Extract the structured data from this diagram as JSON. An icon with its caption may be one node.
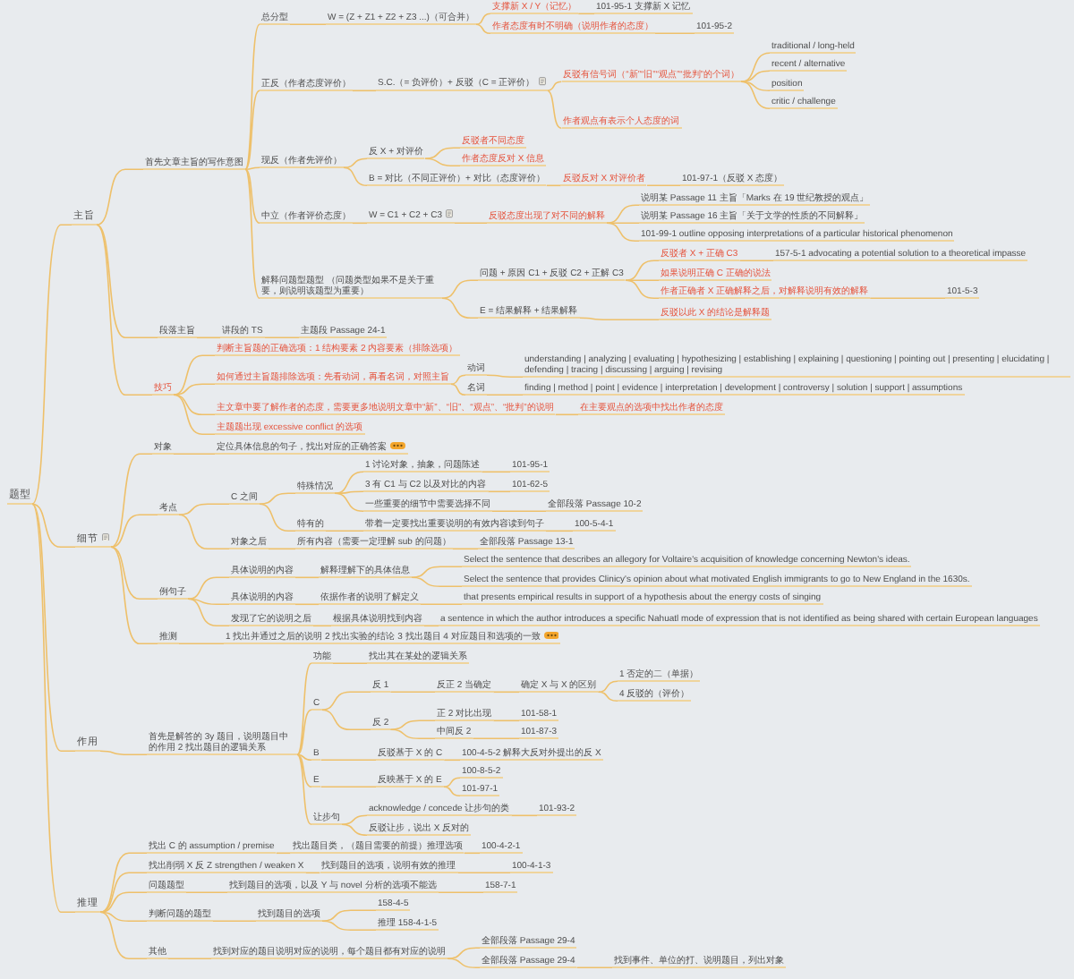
{
  "diagram": {
    "nodes": [
      {
        "text": [
          "题型"
        ]
      },
      {
        "text": [
          "主旨"
        ]
      },
      {
        "text": [
          "首先文章主旨的写作意图"
        ]
      },
      {
        "text": [
          "总分型"
        ]
      },
      {
        "text": [
          "W = (Z + Z1 + Z2 + Z3 ...)（可合并）"
        ]
      },
      {
        "text": [
          "支撑新 X / Y（记忆）"
        ]
      },
      {
        "text": [
          "101-95-1 支撑新 X 记忆"
        ]
      },
      {
        "text": [
          "作者态度有时不明确（说明作者的态度）"
        ]
      },
      {
        "text": [
          "101-95-2"
        ]
      },
      {
        "text": [
          "正反（作者态度评价）"
        ]
      },
      {
        "text": [
          "S.C.（= 负评价）+ 反驳（C = 正评价）"
        ]
      },
      {
        "text": [
          "反驳有信号词（“新”“旧”“观点”“批判”的个词）"
        ]
      },
      {
        "text": [
          "traditional / long-held"
        ]
      },
      {
        "text": [
          "recent / alternative"
        ]
      },
      {
        "text": [
          "position"
        ]
      },
      {
        "text": [
          "critic / challenge"
        ]
      },
      {
        "text": [
          "作者观点有表示个人态度的词"
        ]
      },
      {
        "text": [
          "现反（作者先评价）"
        ]
      },
      {
        "text": [
          "反 X + 对评价"
        ]
      },
      {
        "text": [
          "反驳者不同态度"
        ]
      },
      {
        "text": [
          "作者态度反对 X 信息"
        ]
      },
      {
        "text": [
          "B = 对比（不同正评价）+ 对比（态度评价）"
        ]
      },
      {
        "text": [
          "反驳反对 X 对评价者"
        ]
      },
      {
        "text": [
          "101-97-1（反驳 X 态度）"
        ]
      },
      {
        "text": [
          "中立（作者评价态度）"
        ]
      },
      {
        "text": [
          "W = C1 + C2 + C3"
        ]
      },
      {
        "text": [
          "反驳态度出现了对不同的解释"
        ]
      },
      {
        "text": [
          "说明某 Passage 11 主旨「Marks 在 19 世纪教授的观点」"
        ]
      },
      {
        "text": [
          "说明某 Passage 16 主旨「关于文学的性质的不同解释」"
        ]
      },
      {
        "text": [
          "101-99-1 outline opposing interpretations of a particular historical phenomenon"
        ]
      },
      {
        "text": [
          "解释问题型题型 （问题类型如果不是关于重要，则说明该题型为重要）"
        ]
      },
      {
        "text": [
          "问题 + 原因 C1 + 反驳 C2 + 正解 C3"
        ]
      },
      {
        "text": [
          "反驳者 X + 正确 C3"
        ]
      },
      {
        "text": [
          "157-5-1 advocating a potential solution to a theoretical impasse"
        ]
      },
      {
        "text": [
          "如果说明正确 C 正确的说法"
        ]
      },
      {
        "text": [
          "作者正确者 X 正确解释之后，对解释说明有效的解释"
        ]
      },
      {
        "text": [
          "101-5-3"
        ]
      },
      {
        "text": [
          "E = 结果解释 + 结果解释"
        ]
      },
      {
        "text": [
          "反驳以此 X 的结论是解释题"
        ]
      },
      {
        "text": [
          "段落主旨"
        ]
      },
      {
        "text": [
          "讲段的 TS"
        ]
      },
      {
        "text": [
          "主题段 Passage 24-1"
        ]
      },
      {
        "text": [
          "技巧"
        ]
      },
      {
        "text": [
          "判断主旨题的正确选项：1 结构要素 2 内容要素（排除选项）"
        ]
      },
      {
        "text": [
          "如何通过主旨题排除选项：先看动词，再看名词，对照主旨"
        ]
      },
      {
        "text": [
          "动词"
        ]
      },
      {
        "text": [
          "understanding | analyzing | evaluating | hypothesizing | establishing | explaining | questioning | pointing out | presenting | elucidating | defending | tracing | discussing | arguing | revising"
        ]
      },
      {
        "text": [
          "名词"
        ]
      },
      {
        "text": [
          "finding | method | point | evidence | interpretation | development | controversy | solution | support | assumptions"
        ]
      },
      {
        "text": [
          "主文章中要了解作者的态度，需要更多地说明文章中“新”、“旧”、“观点”、“批判”的说明"
        ]
      },
      {
        "text": [
          "在主要观点的选项中找出作者的态度"
        ]
      },
      {
        "text": [
          "主题题出现 excessive conflict 的选项"
        ]
      },
      {
        "text": [
          "细节"
        ]
      },
      {
        "text": [
          "对象"
        ]
      },
      {
        "text": [
          "定位具体信息的句子，找出对应的正确答案"
        ]
      },
      {
        "text": [
          "考点"
        ]
      },
      {
        "text": [
          "C 之间"
        ]
      },
      {
        "text": [
          "特殊情况"
        ]
      },
      {
        "text": [
          "1 讨论对象，抽象，问题陈述"
        ]
      },
      {
        "text": [
          "101-95-1"
        ]
      },
      {
        "text": [
          "3 有 C1 与 C2 以及对比的内容"
        ]
      },
      {
        "text": [
          "101-62-5"
        ]
      },
      {
        "text": [
          "一些重要的细节中需要选择不同"
        ]
      },
      {
        "text": [
          "全部段落 Passage 10-2"
        ]
      },
      {
        "text": [
          "特有的"
        ]
      },
      {
        "text": [
          "带着一定要找出重要说明的有效内容读到句子"
        ]
      },
      {
        "text": [
          "100-5-4-1"
        ]
      },
      {
        "text": [
          "对象之后"
        ]
      },
      {
        "text": [
          "所有内容（需要一定理解 sub 的问题）"
        ]
      },
      {
        "text": [
          "全部段落 Passage 13-1"
        ]
      },
      {
        "text": [
          "例句子"
        ]
      },
      {
        "text": [
          "具体说明的内容"
        ]
      },
      {
        "text": [
          "解释理解下的具体信息"
        ]
      },
      {
        "text": [
          "Select the sentence that describes an allegory for Voltaire's acquisition of knowledge concerning Newton's ideas."
        ]
      },
      {
        "text": [
          "Select the sentence that provides Clinicy's opinion about what motivated English immigrants to go to New England in the 1630s."
        ]
      },
      {
        "text": [
          "具体说明的内容"
        ]
      },
      {
        "text": [
          "依据作者的说明了解定义"
        ]
      },
      {
        "text": [
          "that presents empirical results in support of a hypothesis about the energy costs of singing"
        ]
      },
      {
        "text": [
          "发现了它的说明之后"
        ]
      },
      {
        "text": [
          "根据具体说明找到内容"
        ]
      },
      {
        "text": [
          "a sentence in which the author introduces a specific Nahuatl mode of expression that is not identified as being shared with certain European languages"
        ]
      },
      {
        "text": [
          "推测"
        ]
      },
      {
        "text": [
          "1 找出并通过之后的说明 2 找出实验的结论 3 找出题目 4 对应题目和选项的一致"
        ]
      },
      {
        "text": [
          "作用"
        ]
      },
      {
        "text": [
          "首先是解答的 3y 题目，说明题目中的作用 2 找出题目的逻辑关系"
        ]
      },
      {
        "text": [
          "功能"
        ]
      },
      {
        "text": [
          "找出其在某处的逻辑关系"
        ]
      },
      {
        "text": [
          "C"
        ]
      },
      {
        "text": [
          "反 1"
        ]
      },
      {
        "text": [
          "反正 2 当确定"
        ]
      },
      {
        "text": [
          "确定 X 与 X 的区别"
        ]
      },
      {
        "text": [
          "1 否定的二（单据）"
        ]
      },
      {
        "text": [
          "4 反驳的（评价）"
        ]
      },
      {
        "text": [
          "反 2"
        ]
      },
      {
        "text": [
          "正 2 对比出现"
        ]
      },
      {
        "text": [
          "101-58-1"
        ]
      },
      {
        "text": [
          "中间反 2"
        ]
      },
      {
        "text": [
          "101-87-3"
        ]
      },
      {
        "text": [
          "B"
        ]
      },
      {
        "text": [
          "反驳基于 X 的 C"
        ]
      },
      {
        "text": [
          "100-4-5-2 解释大反对外提出的反 X"
        ]
      },
      {
        "text": [
          "E"
        ]
      },
      {
        "text": [
          "反映基于 X 的 E"
        ]
      },
      {
        "text": [
          "100-8-5-2"
        ]
      },
      {
        "text": [
          "101-97-1"
        ]
      },
      {
        "text": [
          "让步句"
        ]
      },
      {
        "text": [
          "acknowledge / concede 让步句的类"
        ]
      },
      {
        "text": [
          "101-93-2"
        ]
      },
      {
        "text": [
          "反驳让步，说出 X 反对的"
        ]
      },
      {
        "text": [
          "推理"
        ]
      },
      {
        "text": [
          "找出 C 的 assumption / premise"
        ]
      },
      {
        "text": [
          "找出题目类，（题目需要的前提）推理选项"
        ]
      },
      {
        "text": [
          "100-4-2-1"
        ]
      },
      {
        "text": [
          "找出削弱 X 反 Z strengthen / weaken X"
        ]
      },
      {
        "text": [
          "找到题目的选项，说明有效的推理"
        ]
      },
      {
        "text": [
          "100-4-1-3"
        ]
      },
      {
        "text": [
          "问题题型"
        ]
      },
      {
        "text": [
          "找到题目的选项，以及 Y 与 novel 分析的选项不能选"
        ]
      },
      {
        "text": [
          "158-7-1"
        ]
      },
      {
        "text": [
          "判断问题的题型"
        ]
      },
      {
        "text": [
          "找到题目的选项"
        ]
      },
      {
        "text": [
          "158-4-5"
        ]
      },
      {
        "text": [
          "推理 158-4-1-5"
        ]
      },
      {
        "text": [
          "其他"
        ]
      },
      {
        "text": [
          "找到对应的题目说明对应的说明，每个题目都有对应的说明"
        ]
      },
      {
        "text": [
          "全部段落 Passage 29-4"
        ]
      },
      {
        "text": [
          "全部段落 Passage 29-4"
        ]
      },
      {
        "text": [
          "找到事件、单位的打、说明题目，列出对象"
        ]
      }
    ],
    "edges": [
      {
        "from": 0,
        "to": 1,
        "arrow": "none"
      },
      {
        "from": 1,
        "to": 2,
        "arrow": "none"
      },
      {
        "from": 2,
        "to": 3,
        "arrow": "none"
      },
      {
        "from": 3,
        "to": 4,
        "arrow": "none"
      },
      {
        "from": 4,
        "to": 5,
        "arrow": "none"
      },
      {
        "from": 5,
        "to": 6,
        "arrow": "none"
      },
      {
        "from": 4,
        "to": 7,
        "arrow": "none"
      },
      {
        "from": 7,
        "to": 8,
        "arrow": "none"
      },
      {
        "from": 2,
        "to": 9,
        "arrow": "none"
      },
      {
        "from": 9,
        "to": 10,
        "arrow": "none"
      },
      {
        "from": 10,
        "to": 11,
        "arrow": "none"
      },
      {
        "from": 11,
        "to": 12,
        "arrow": "none"
      },
      {
        "from": 11,
        "to": 13,
        "arrow": "none"
      },
      {
        "from": 11,
        "to": 14,
        "arrow": "none"
      },
      {
        "from": 11,
        "to": 15,
        "arrow": "none"
      },
      {
        "from": 10,
        "to": 16,
        "arrow": "none"
      },
      {
        "from": 2,
        "to": 17,
        "arrow": "none"
      },
      {
        "from": 17,
        "to": 18,
        "arrow": "none"
      },
      {
        "from": 18,
        "to": 19,
        "arrow": "none"
      },
      {
        "from": 18,
        "to": 20,
        "arrow": "none"
      },
      {
        "from": 17,
        "to": 21,
        "arrow": "none"
      },
      {
        "from": 21,
        "to": 22,
        "arrow": "none"
      },
      {
        "from": 22,
        "to": 23,
        "arrow": "none"
      },
      {
        "from": 2,
        "to": 24,
        "arrow": "none"
      },
      {
        "from": 24,
        "to": 25,
        "arrow": "none"
      },
      {
        "from": 25,
        "to": 26,
        "arrow": "none"
      },
      {
        "from": 26,
        "to": 27,
        "arrow": "none"
      },
      {
        "from": 26,
        "to": 28,
        "arrow": "none"
      },
      {
        "from": 26,
        "to": 29,
        "arrow": "none"
      },
      {
        "from": 2,
        "to": 30,
        "arrow": "none"
      },
      {
        "from": 30,
        "to": 31,
        "arrow": "none"
      },
      {
        "from": 31,
        "to": 32,
        "arrow": "none"
      },
      {
        "from": 32,
        "to": 33,
        "arrow": "none"
      },
      {
        "from": 31,
        "to": 34,
        "arrow": "none"
      },
      {
        "from": 31,
        "to": 35,
        "arrow": "none"
      },
      {
        "from": 35,
        "to": 36,
        "arrow": "none"
      },
      {
        "from": 30,
        "to": 37,
        "arrow": "none"
      },
      {
        "from": 37,
        "to": 38,
        "arrow": "none"
      },
      {
        "from": 1,
        "to": 39,
        "arrow": "none"
      },
      {
        "from": 39,
        "to": 40,
        "arrow": "none"
      },
      {
        "from": 40,
        "to": 41,
        "arrow": "none"
      },
      {
        "from": 1,
        "to": 42,
        "arrow": "none"
      },
      {
        "from": 42,
        "to": 43,
        "arrow": "none"
      },
      {
        "from": 42,
        "to": 44,
        "arrow": "none"
      },
      {
        "from": 44,
        "to": 45,
        "arrow": "none"
      },
      {
        "from": 45,
        "to": 46,
        "arrow": "none"
      },
      {
        "from": 44,
        "to": 47,
        "arrow": "none"
      },
      {
        "from": 47,
        "to": 48,
        "arrow": "none"
      },
      {
        "from": 42,
        "to": 49,
        "arrow": "none"
      },
      {
        "from": 49,
        "to": 50,
        "arrow": "none"
      },
      {
        "from": 42,
        "to": 51,
        "arrow": "none"
      },
      {
        "from": 0,
        "to": 52,
        "arrow": "none"
      },
      {
        "from": 52,
        "to": 53,
        "arrow": "none"
      },
      {
        "from": 53,
        "to": 54,
        "arrow": "none"
      },
      {
        "from": 52,
        "to": 55,
        "arrow": "none"
      },
      {
        "from": 55,
        "to": 56,
        "arrow": "none"
      },
      {
        "from": 56,
        "to": 57,
        "arrow": "none"
      },
      {
        "from": 57,
        "to": 58,
        "arrow": "none"
      },
      {
        "from": 58,
        "to": 59,
        "arrow": "none"
      },
      {
        "from": 57,
        "to": 60,
        "arrow": "none"
      },
      {
        "from": 60,
        "to": 61,
        "arrow": "none"
      },
      {
        "from": 57,
        "to": 62,
        "arrow": "none"
      },
      {
        "from": 62,
        "to": 63,
        "arrow": "none"
      },
      {
        "from": 56,
        "to": 64,
        "arrow": "none"
      },
      {
        "from": 64,
        "to": 65,
        "arrow": "none"
      },
      {
        "from": 65,
        "to": 66,
        "arrow": "none"
      },
      {
        "from": 55,
        "to": 67,
        "arrow": "none"
      },
      {
        "from": 67,
        "to": 68,
        "arrow": "none"
      },
      {
        "from": 68,
        "to": 69,
        "arrow": "none"
      },
      {
        "from": 52,
        "to": 70,
        "arrow": "none"
      },
      {
        "from": 70,
        "to": 71,
        "arrow": "none"
      },
      {
        "from": 71,
        "to": 72,
        "arrow": "none"
      },
      {
        "from": 72,
        "to": 73,
        "arrow": "none"
      },
      {
        "from": 72,
        "to": 74,
        "arrow": "none"
      },
      {
        "from": 70,
        "to": 75,
        "arrow": "none"
      },
      {
        "from": 75,
        "to": 76,
        "arrow": "none"
      },
      {
        "from": 76,
        "to": 77,
        "arrow": "none"
      },
      {
        "from": 70,
        "to": 78,
        "arrow": "none"
      },
      {
        "from": 78,
        "to": 79,
        "arrow": "none"
      },
      {
        "from": 79,
        "to": 80,
        "arrow": "none"
      },
      {
        "from": 52,
        "to": 81,
        "arrow": "none"
      },
      {
        "from": 81,
        "to": 82,
        "arrow": "none"
      },
      {
        "from": 0,
        "to": 83,
        "arrow": "none"
      },
      {
        "from": 83,
        "to": 84,
        "arrow": "none"
      },
      {
        "from": 84,
        "to": 85,
        "arrow": "none"
      },
      {
        "from": 85,
        "to": 86,
        "arrow": "none"
      },
      {
        "from": 84,
        "to": 87,
        "arrow": "none"
      },
      {
        "from": 87,
        "to": 88,
        "arrow": "none"
      },
      {
        "from": 88,
        "to": 89,
        "arrow": "none"
      },
      {
        "from": 89,
        "to": 90,
        "arrow": "none"
      },
      {
        "from": 90,
        "to": 91,
        "arrow": "none"
      },
      {
        "from": 90,
        "to": 92,
        "arrow": "none"
      },
      {
        "from": 87,
        "to": 93,
        "arrow": "none"
      },
      {
        "from": 93,
        "to": 94,
        "arrow": "none"
      },
      {
        "from": 94,
        "to": 95,
        "arrow": "none"
      },
      {
        "from": 93,
        "to": 96,
        "arrow": "none"
      },
      {
        "from": 96,
        "to": 97,
        "arrow": "none"
      },
      {
        "from": 84,
        "to": 98,
        "arrow": "none"
      },
      {
        "from": 98,
        "to": 99,
        "arrow": "none"
      },
      {
        "from": 99,
        "to": 100,
        "arrow": "none"
      },
      {
        "from": 84,
        "to": 101,
        "arrow": "none"
      },
      {
        "from": 101,
        "to": 102,
        "arrow": "none"
      },
      {
        "from": 102,
        "to": 103,
        "arrow": "none"
      },
      {
        "from": 102,
        "to": 104,
        "arrow": "none"
      },
      {
        "from": 84,
        "to": 105,
        "arrow": "none"
      },
      {
        "from": 105,
        "to": 106,
        "arrow": "none"
      },
      {
        "from": 106,
        "to": 107,
        "arrow": "none"
      },
      {
        "from": 105,
        "to": 108,
        "arrow": "none"
      },
      {
        "from": 0,
        "to": 109,
        "arrow": "none"
      },
      {
        "from": 109,
        "to": 110,
        "arrow": "none"
      },
      {
        "from": 110,
        "to": 111,
        "arrow": "none"
      },
      {
        "from": 111,
        "to": 112,
        "arrow": "none"
      },
      {
        "from": 109,
        "to": 113,
        "arrow": "none"
      },
      {
        "from": 113,
        "to": 114,
        "arrow": "none"
      },
      {
        "from": 114,
        "to": 115,
        "arrow": "none"
      },
      {
        "from": 109,
        "to": 116,
        "arrow": "none"
      },
      {
        "from": 116,
        "to": 117,
        "arrow": "none"
      },
      {
        "from": 117,
        "to": 118,
        "arrow": "none"
      },
      {
        "from": 109,
        "to": 119,
        "arrow": "none"
      },
      {
        "from": 119,
        "to": 120,
        "arrow": "none"
      },
      {
        "from": 120,
        "to": 121,
        "arrow": "none"
      },
      {
        "from": 120,
        "to": 122,
        "arrow": "none"
      },
      {
        "from": 109,
        "to": 123,
        "arrow": "none"
      },
      {
        "from": 123,
        "to": 124,
        "arrow": "none"
      },
      {
        "from": 124,
        "to": 125,
        "arrow": "none"
      },
      {
        "from": 124,
        "to": 126,
        "arrow": "none"
      },
      {
        "from": 126,
        "to": 127,
        "arrow": "none"
      }
    ]
  }
}
